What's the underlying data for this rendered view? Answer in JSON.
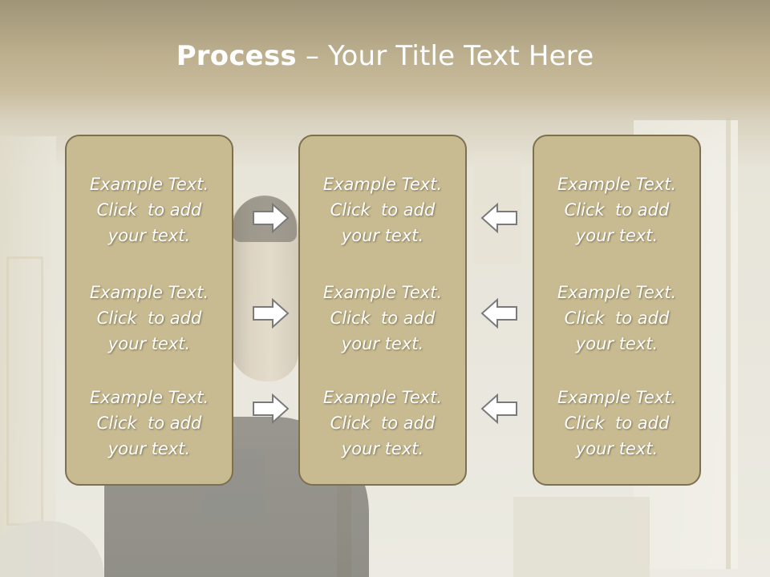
{
  "slide": {
    "title_bold": "Process",
    "title_rest": " – Your Title Text Here"
  },
  "columns": [
    {
      "items": [
        {
          "line1": "Example Text.",
          "line2": "Click  to add",
          "line3": "your text."
        },
        {
          "line1": "Example Text.",
          "line2": "Click  to add",
          "line3": "your text."
        },
        {
          "line1": "Example Text.",
          "line2": "Click  to add",
          "line3": "your text."
        }
      ]
    },
    {
      "items": [
        {
          "line1": "Example Text.",
          "line2": "Click  to add",
          "line3": "your text."
        },
        {
          "line1": "Example Text.",
          "line2": "Click  to add",
          "line3": "your text."
        },
        {
          "line1": "Example Text.",
          "line2": "Click  to add",
          "line3": "your text."
        }
      ]
    },
    {
      "items": [
        {
          "line1": "Example Text.",
          "line2": "Click  to add",
          "line3": "your text."
        },
        {
          "line1": "Example Text.",
          "line2": "Click  to add",
          "line3": "your text."
        },
        {
          "line1": "Example Text.",
          "line2": "Click  to add",
          "line3": "your text."
        }
      ]
    }
  ],
  "arrows": {
    "left_group": "right-arrow-icon",
    "right_group": "left-arrow-icon"
  },
  "colors": {
    "box_fill": "#c8bb91",
    "box_border": "#7d704f",
    "text": "#ffffff",
    "header_band": "#a8956a"
  }
}
